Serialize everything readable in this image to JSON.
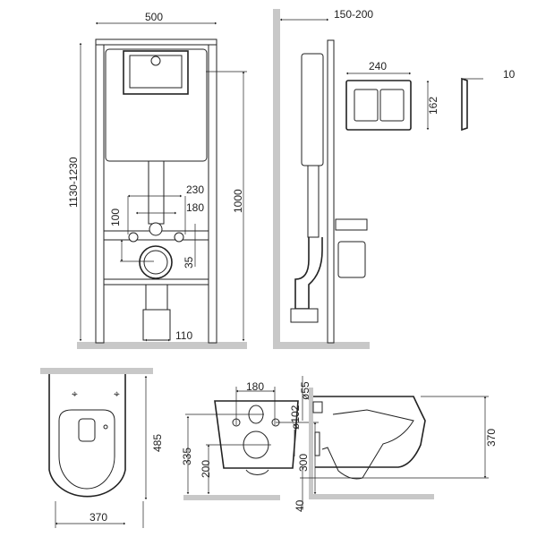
{
  "frame_front": {
    "width": "500",
    "height_range": "1130-1230",
    "button_height": "1000",
    "stud_spacing_outer": "230",
    "stud_spacing_inner": "180",
    "stud_offset": "100",
    "outlet_offset": "35",
    "drain_diameter": "110"
  },
  "frame_side": {
    "depth": "150-200"
  },
  "flush_plate": {
    "width": "240",
    "height": "162",
    "thickness": "10"
  },
  "bowl_top": {
    "length": "485",
    "width": "370"
  },
  "bowl_back": {
    "bolt_spacing": "180",
    "outlet_height": "335",
    "lower_height": "200",
    "bolt_height": "300"
  },
  "bowl_side": {
    "diameter_inlet": "ø55",
    "diameter_outlet": "ø102",
    "height": "370",
    "floor_gap": "40"
  },
  "colors": {
    "lines": "#222222",
    "floor": "#c8c8c8"
  }
}
